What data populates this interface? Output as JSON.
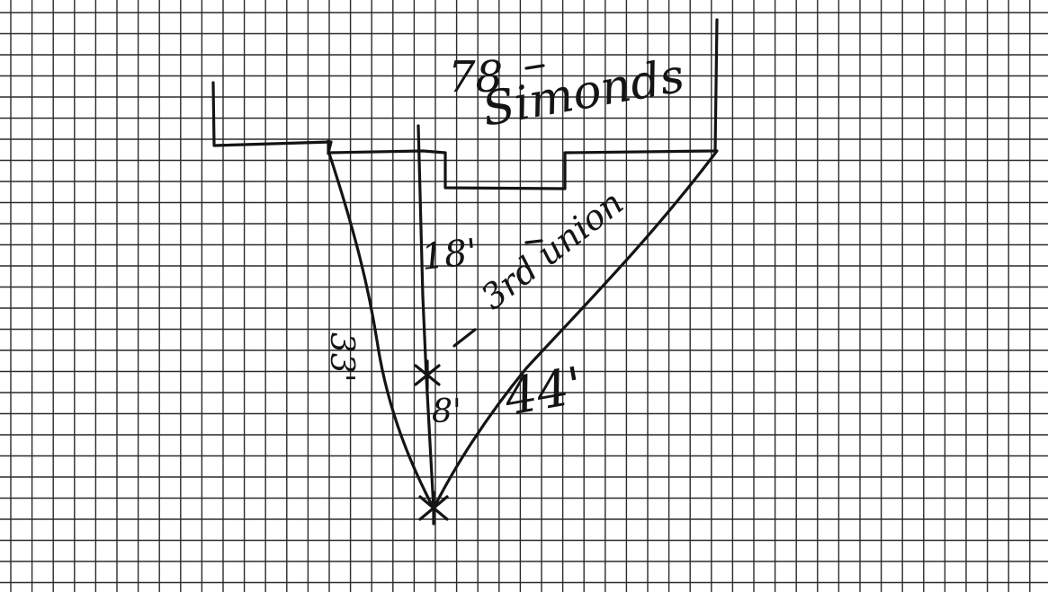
{
  "sketch": {
    "address_number": "78",
    "street_name": "Simonds",
    "utility_label": "3rd union",
    "measurements": {
      "left_leg": "33'",
      "center_upper": "18'",
      "center_lower": "8'",
      "right_leg": "44'"
    }
  },
  "colors": {
    "ink": "#141414",
    "grid": "#2a2a2a",
    "paper": "#ffffff"
  }
}
